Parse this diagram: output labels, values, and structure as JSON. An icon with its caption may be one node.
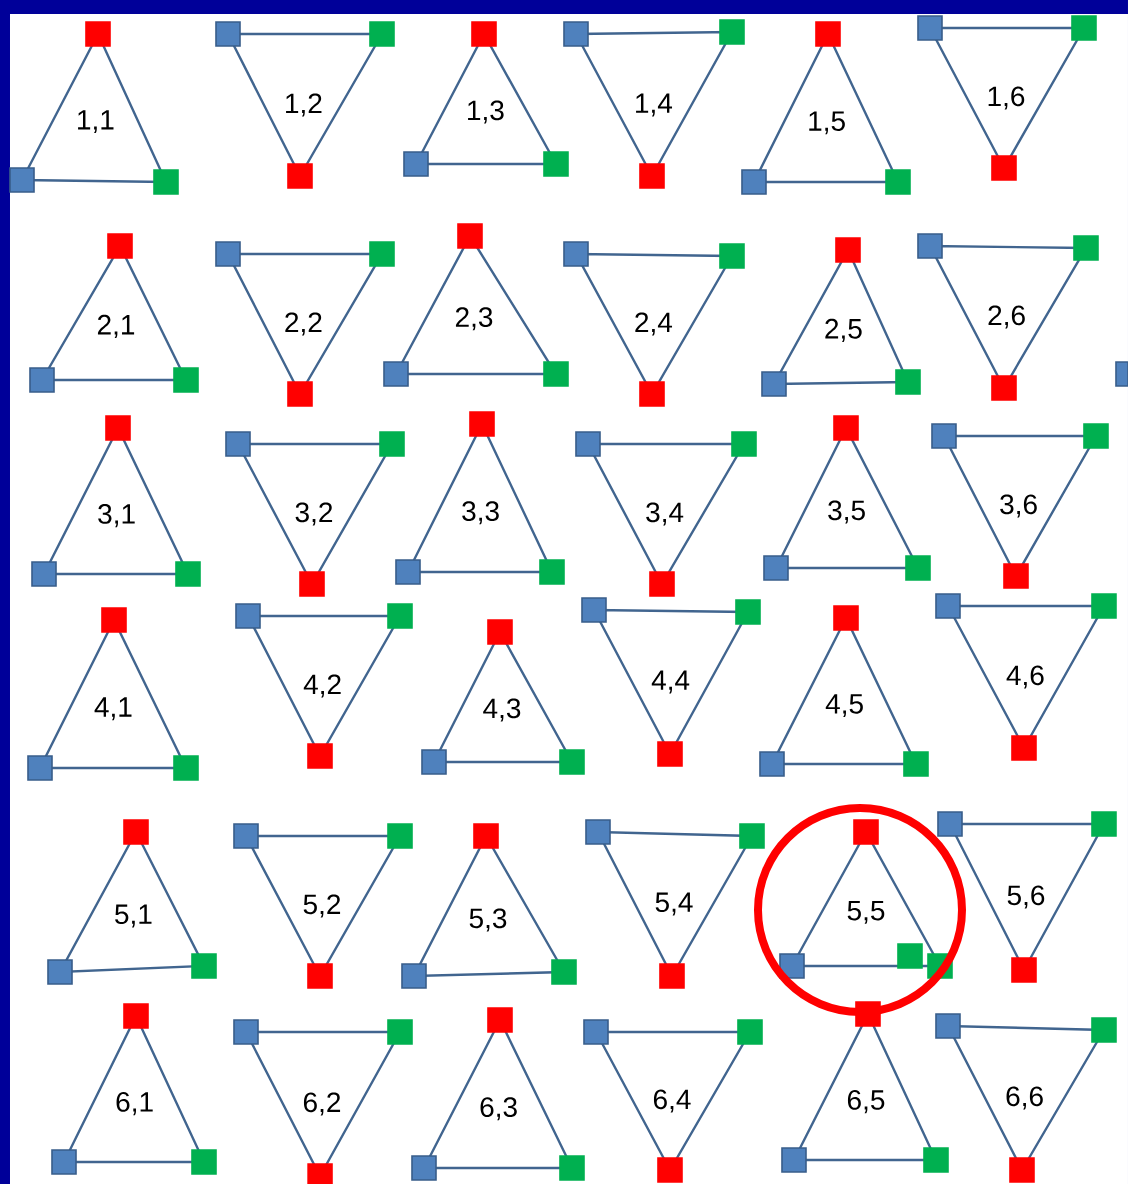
{
  "diagram": {
    "nodes": [
      {
        "text": [
          "1,1"
        ]
      },
      {
        "text": [
          "1,2"
        ]
      },
      {
        "text": [
          "1,3"
        ]
      },
      {
        "text": [
          "1,4"
        ]
      },
      {
        "text": [
          "1,5"
        ]
      },
      {
        "text": [
          "1,6"
        ]
      },
      {
        "text": [
          "2,1"
        ]
      },
      {
        "text": [
          "2,2"
        ]
      },
      {
        "text": [
          "2,3"
        ]
      },
      {
        "text": [
          "2,4"
        ]
      },
      {
        "text": [
          "2,5"
        ]
      },
      {
        "text": [
          "2,6"
        ]
      },
      {
        "text": [
          "3,1"
        ]
      },
      {
        "text": [
          "3,2"
        ]
      },
      {
        "text": [
          "3,3"
        ]
      },
      {
        "text": [
          "3,4"
        ]
      },
      {
        "text": [
          "3,5"
        ]
      },
      {
        "text": [
          "3,6"
        ]
      },
      {
        "text": [
          "4,1"
        ]
      },
      {
        "text": [
          "4,2"
        ]
      },
      {
        "text": [
          "4,3"
        ]
      },
      {
        "text": [
          "4,4"
        ]
      },
      {
        "text": [
          "4,5"
        ]
      },
      {
        "text": [
          "4,6"
        ]
      },
      {
        "text": [
          "5,1"
        ]
      },
      {
        "text": [
          "5,2"
        ]
      },
      {
        "text": [
          "5,3"
        ]
      },
      {
        "text": [
          "5,4"
        ]
      },
      {
        "text": [
          "5,5"
        ]
      },
      {
        "text": [
          "5,6"
        ]
      },
      {
        "text": [
          "6,1"
        ]
      },
      {
        "text": [
          "6,2"
        ]
      },
      {
        "text": [
          "6,3"
        ]
      },
      {
        "text": [
          "6,4"
        ]
      },
      {
        "text": [
          "6,5"
        ]
      },
      {
        "text": [
          "6,6"
        ]
      }
    ]
  }
}
